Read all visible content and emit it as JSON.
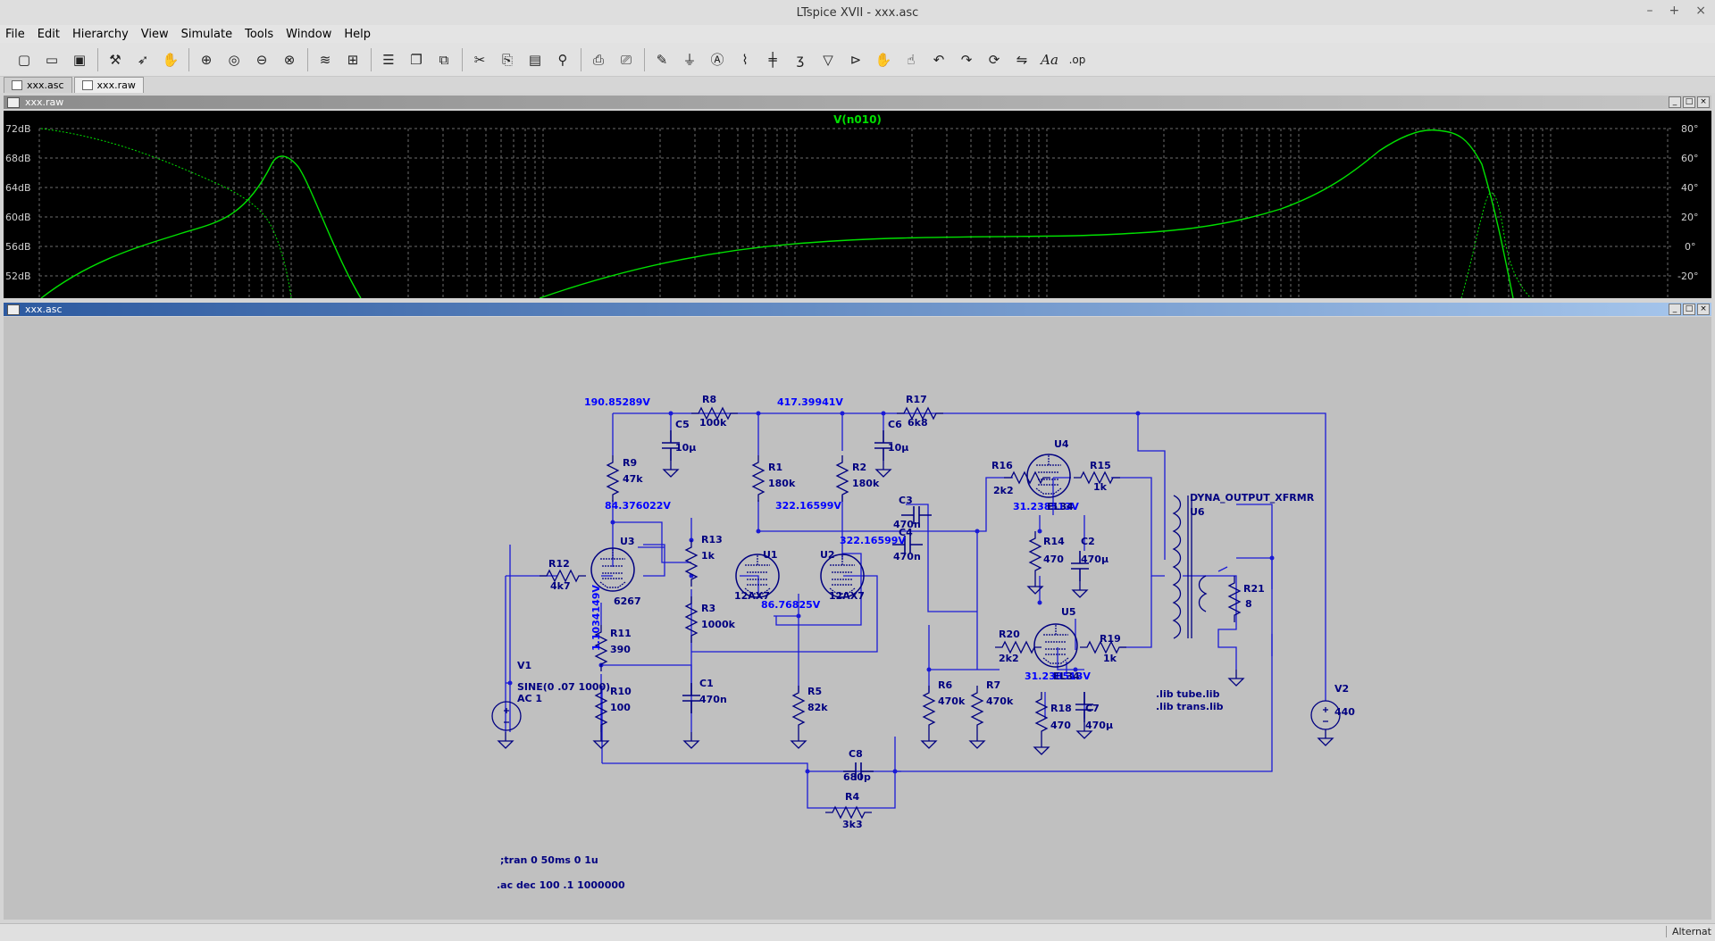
{
  "window": {
    "title": "LTspice XVII - xxx.asc"
  },
  "menu": [
    "File",
    "Edit",
    "Hierarchy",
    "View",
    "Simulate",
    "Tools",
    "Window",
    "Help"
  ],
  "tabs": [
    {
      "label": "xxx.asc"
    },
    {
      "label": "xxx.raw"
    }
  ],
  "waveform": {
    "title": "xxx.raw",
    "trace": "V(n010)",
    "left_ticks": [
      "72dB",
      "68dB",
      "64dB",
      "60dB",
      "56dB",
      "52dB"
    ],
    "right_ticks": [
      "80°",
      "60°",
      "40°",
      "20°",
      "0°",
      "-20°"
    ]
  },
  "schematic": {
    "title": "xxx.asc",
    "voltages": {
      "n_top_left": "190.85289V",
      "n_top_mid": "417.39941V",
      "n_u3_plate": "84.376022V",
      "n_u1_plate": "322.16599V",
      "n_u2_plate": "322.16599V",
      "n_u3_cathode": "1.1034149V",
      "n_cathode_ltp": "86.76825V",
      "n_u4_cathode": "31.238513V",
      "n_u5_cathode": "31.238513V"
    },
    "components": {
      "R8": {
        "name": "R8",
        "value": "100k"
      },
      "R17": {
        "name": "R17",
        "value": "6k8"
      },
      "C5": {
        "name": "C5",
        "value": "10µ"
      },
      "C6": {
        "name": "C6",
        "value": "10µ"
      },
      "R9": {
        "name": "R9",
        "value": "47k"
      },
      "R1": {
        "name": "R1",
        "value": "180k"
      },
      "R2": {
        "name": "R2",
        "value": "180k"
      },
      "R16": {
        "name": "R16",
        "value": "2k2"
      },
      "U4": {
        "name": "U4",
        "value": "EL34"
      },
      "R15": {
        "name": "R15",
        "value": "1k"
      },
      "U6": {
        "name": "U6",
        "value": "DYNA_OUTPUT_XFRMR"
      },
      "C3": {
        "name": "C3",
        "value": "470n"
      },
      "C4": {
        "name": "C4",
        "value": "470n"
      },
      "R14": {
        "name": "R14",
        "value": "470"
      },
      "C2": {
        "name": "C2",
        "value": "470µ"
      },
      "R13": {
        "name": "R13",
        "value": "1k"
      },
      "U3": {
        "name": "U3",
        "value": "6267"
      },
      "U1": {
        "name": "U1",
        "value": "12AX7"
      },
      "U2": {
        "name": "U2",
        "value": "12AX7"
      },
      "R12": {
        "name": "R12",
        "value": "4k7"
      },
      "R21": {
        "name": "R21",
        "value": "8"
      },
      "R11": {
        "name": "R11",
        "value": "390"
      },
      "R3": {
        "name": "R3",
        "value": "1000k"
      },
      "U5": {
        "name": "U5",
        "value": "EL34"
      },
      "R20": {
        "name": "R20",
        "value": "2k2"
      },
      "R19": {
        "name": "R19",
        "value": "1k"
      },
      "V1": {
        "name": "V1",
        "value": "SINE(0 .07 1000)",
        "value2": "AC 1"
      },
      "R10": {
        "name": "R10",
        "value": "100"
      },
      "C1": {
        "name": "C1",
        "value": "470n"
      },
      "R5": {
        "name": "R5",
        "value": "82k"
      },
      "R6": {
        "name": "R6",
        "value": "470k"
      },
      "R7": {
        "name": "R7",
        "value": "470k"
      },
      "R18": {
        "name": "R18",
        "value": "470"
      },
      "C7": {
        "name": "C7",
        "value": "470µ"
      },
      "V2": {
        "name": "V2",
        "value": "440"
      },
      "C8": {
        "name": "C8",
        "value": "680p"
      },
      "R4": {
        "name": "R4",
        "value": "3k3"
      }
    },
    "directives": {
      "lib1": ".lib tube.lib",
      "lib2": ".lib trans.lib",
      "tran": ";tran 0 50ms 0 1u",
      "ac": ".ac dec 100 .1 1000000"
    },
    "colors": {
      "wire": "#1a1ad6",
      "component": "#000080",
      "label": "#0000ff",
      "background": "#c0c0c0"
    }
  },
  "status": {
    "text": "Alternat"
  }
}
